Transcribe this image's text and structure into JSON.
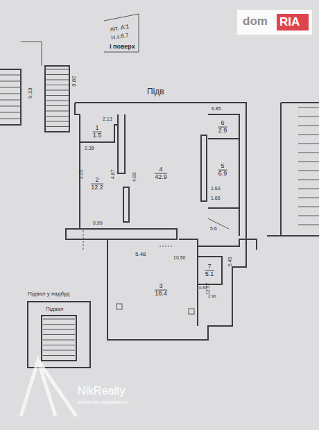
{
  "diagram": {
    "nodes": [
      {
        "text": [
          "1",
          "1.5"
        ]
      },
      {
        "text": [
          "2",
          "12.2"
        ]
      },
      {
        "text": [
          "4",
          "42.9"
        ]
      },
      {
        "text": [
          "6",
          "2.9"
        ]
      },
      {
        "text": [
          "5",
          "6.9"
        ]
      },
      {
        "text": [
          "7",
          "5.1"
        ]
      },
      {
        "text": [
          "3",
          "18.4"
        ]
      }
    ],
    "labels": [
      "літ. А'1",
      "Н.з.б.7",
      "І поверх",
      "Підв",
      "9.13",
      "3.82",
      "2.13",
      "2.36",
      "2.55",
      "4.87",
      "4.83",
      "0.99",
      "6.85",
      "1.63",
      "1.65",
      "5.6",
      "5.48",
      "12.57",
      "10.50",
      "0.83",
      "2.90",
      "5.45",
      "Підвал у надбуд",
      "Підвал",
      "NikRealty",
      "агентство нерухомості",
      "dom",
      "RIA"
    ]
  }
}
